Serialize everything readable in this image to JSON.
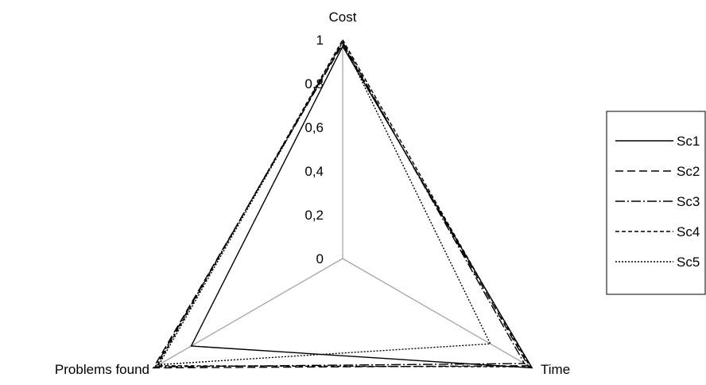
{
  "chart_data": {
    "type": "radar",
    "axes": [
      "Cost",
      "Time",
      "Problems found"
    ],
    "radial_ticks": [
      "0",
      "0,2",
      "0,4",
      "0,6",
      "0,8",
      "1"
    ],
    "rlim": [
      0,
      1
    ],
    "series": [
      {
        "name": "Sc1",
        "values": [
          0.97,
          1.0,
          0.8
        ],
        "dash": ""
      },
      {
        "name": "Sc2",
        "values": [
          0.98,
          0.98,
          1.0
        ],
        "dash": "10,5"
      },
      {
        "name": "Sc3",
        "values": [
          0.99,
          0.96,
          0.99
        ],
        "dash": "12,3,2,3"
      },
      {
        "name": "Sc4",
        "values": [
          1.0,
          0.99,
          0.98
        ],
        "dash": "5,3"
      },
      {
        "name": "Sc5",
        "values": [
          0.99,
          0.78,
          0.97
        ],
        "dash": "2,2"
      }
    ],
    "grid": false,
    "legend_position": "right"
  }
}
